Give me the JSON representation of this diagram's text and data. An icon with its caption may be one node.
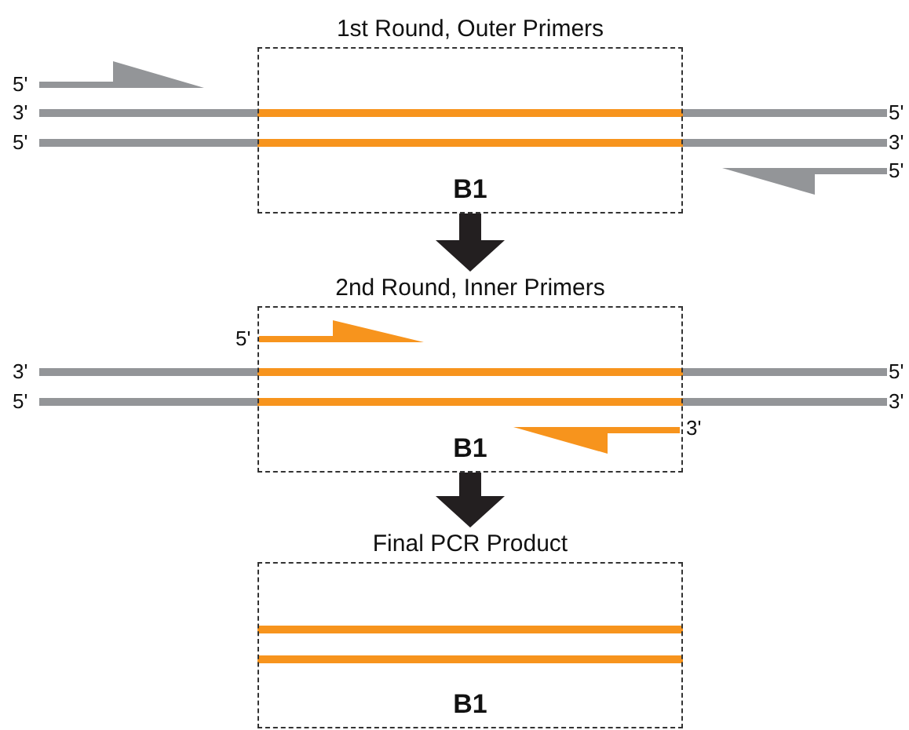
{
  "diagram": {
    "nodes": [
      {
        "text": [
          "1st Round, Outer Primers",
          "B1"
        ]
      },
      {
        "text": [
          "2nd Round, Inner Primers",
          "B1"
        ]
      },
      {
        "text": [
          "Final PCR Product",
          "B1"
        ]
      }
    ],
    "edges": [
      {
        "from": 0,
        "to": 1,
        "arrow": "to"
      },
      {
        "from": 1,
        "to": 2,
        "arrow": "to"
      }
    ],
    "labels": [
      "5'",
      "3'",
      "5'",
      "5'",
      "3'",
      "5'",
      "5'",
      "3'",
      "5'",
      "5'",
      "3'",
      "3'"
    ]
  }
}
